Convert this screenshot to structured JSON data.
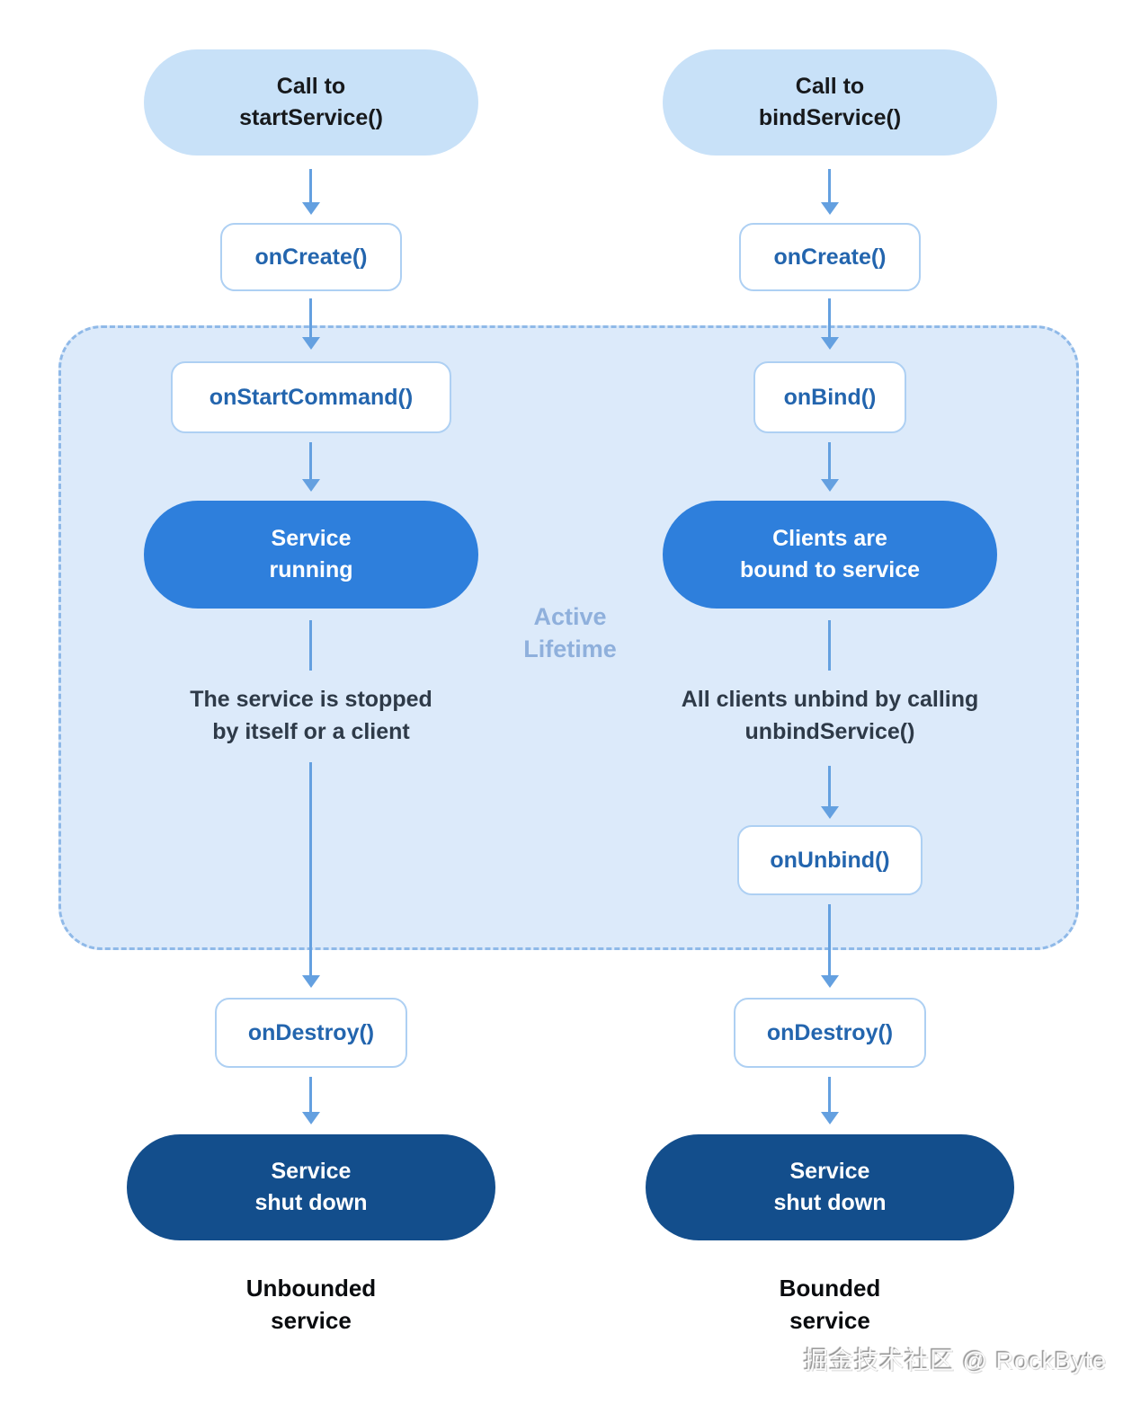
{
  "diagram": {
    "title_context": "Android Service lifecycle",
    "region_label": "Active\nLifetime",
    "left": {
      "call": "Call to\nstartService()",
      "on_create": "onCreate()",
      "on_start_command": "onStartCommand()",
      "running": "Service\nrunning",
      "stop_text": "The service is stopped\nby itself or a client",
      "on_destroy": "onDestroy()",
      "shutdown": "Service\nshut down",
      "label": "Unbounded\nservice"
    },
    "right": {
      "call": "Call to\nbindService()",
      "on_create": "onCreate()",
      "on_bind": "onBind()",
      "bound": "Clients are\nbound to service",
      "unbind_text": "All clients unbind by calling\nunbindService()",
      "on_unbind": "onUnbind()",
      "on_destroy": "onDestroy()",
      "shutdown": "Service\nshut down",
      "label": "Bounded\nservice"
    },
    "watermark": "掘金技术社区 @ RockByte",
    "colors": {
      "light_pill_bg": "#c8e1f8",
      "region_bg": "#dceafa",
      "region_border": "#8fb9e8",
      "box_border": "#aed0f3",
      "box_text": "#2365ae",
      "blue_pill_bg": "#2e7fdc",
      "navy_pill_bg": "#134e8c",
      "arrow": "#64a0e0",
      "region_label_text": "#8fb0dc",
      "note_text": "#2e3a48"
    }
  }
}
